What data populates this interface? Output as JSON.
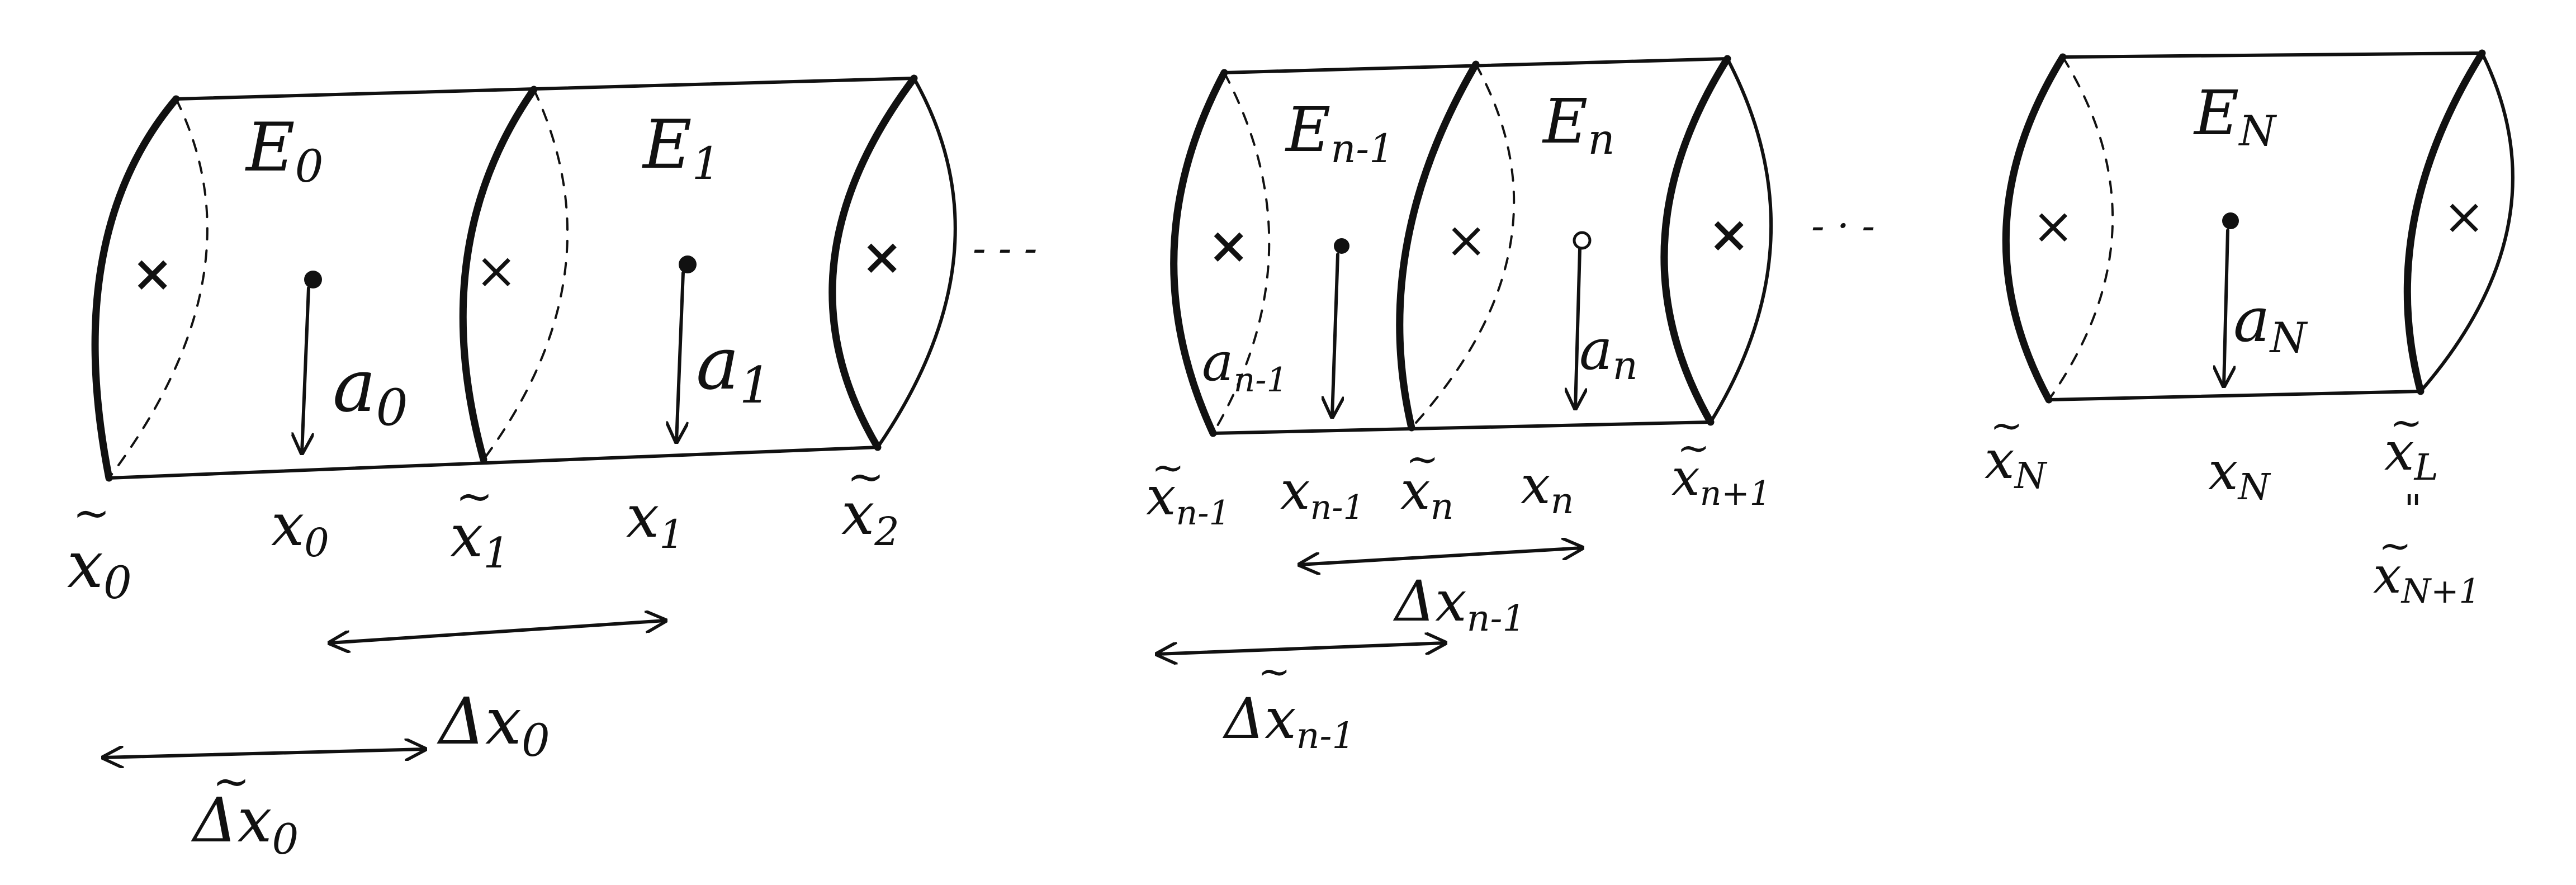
{
  "cells": [
    {
      "energy": "E",
      "energy_sub": "0",
      "amp": "a",
      "amp_sub": "0",
      "center": "x",
      "center_sub": "0"
    },
    {
      "energy": "E",
      "energy_sub": "1",
      "amp": "a",
      "amp_sub": "1",
      "center": "x",
      "center_sub": "1"
    },
    {
      "energy": "E",
      "energy_sub": "n-1",
      "amp": "a",
      "amp_sub": "n-1",
      "center": "x",
      "center_sub": "n-1"
    },
    {
      "energy": "E",
      "energy_sub": "n",
      "amp": "a",
      "amp_sub": "n",
      "center": "x",
      "center_sub": "n"
    },
    {
      "energy": "E",
      "energy_sub": "N",
      "amp": "a",
      "amp_sub": "N",
      "center": "x",
      "center_sub": "N"
    }
  ],
  "boundaries": [
    {
      "sym": "x",
      "sub": "0"
    },
    {
      "sym": "x",
      "sub": "1"
    },
    {
      "sym": "x",
      "sub": "2"
    },
    {
      "sym": "x",
      "sub": "n-1"
    },
    {
      "sym": "x",
      "sub": "n"
    },
    {
      "sym": "x",
      "sub": "n+1"
    },
    {
      "sym": "x",
      "sub": "N"
    },
    {
      "sym": "x",
      "sub": "L"
    }
  ],
  "boundary_equal": {
    "mark": "\"",
    "sym": "x",
    "sub": "N+1"
  },
  "spacings": [
    {
      "sym": "Δx",
      "sub": "0"
    },
    {
      "sym": "Δx",
      "sub": "0"
    },
    {
      "sym": "Δx",
      "sub": "n-1"
    },
    {
      "sym": "Δx",
      "sub": "n-1"
    }
  ],
  "center_mark": "×",
  "ellipsis_marks": [
    "- - -",
    "- · -"
  ]
}
